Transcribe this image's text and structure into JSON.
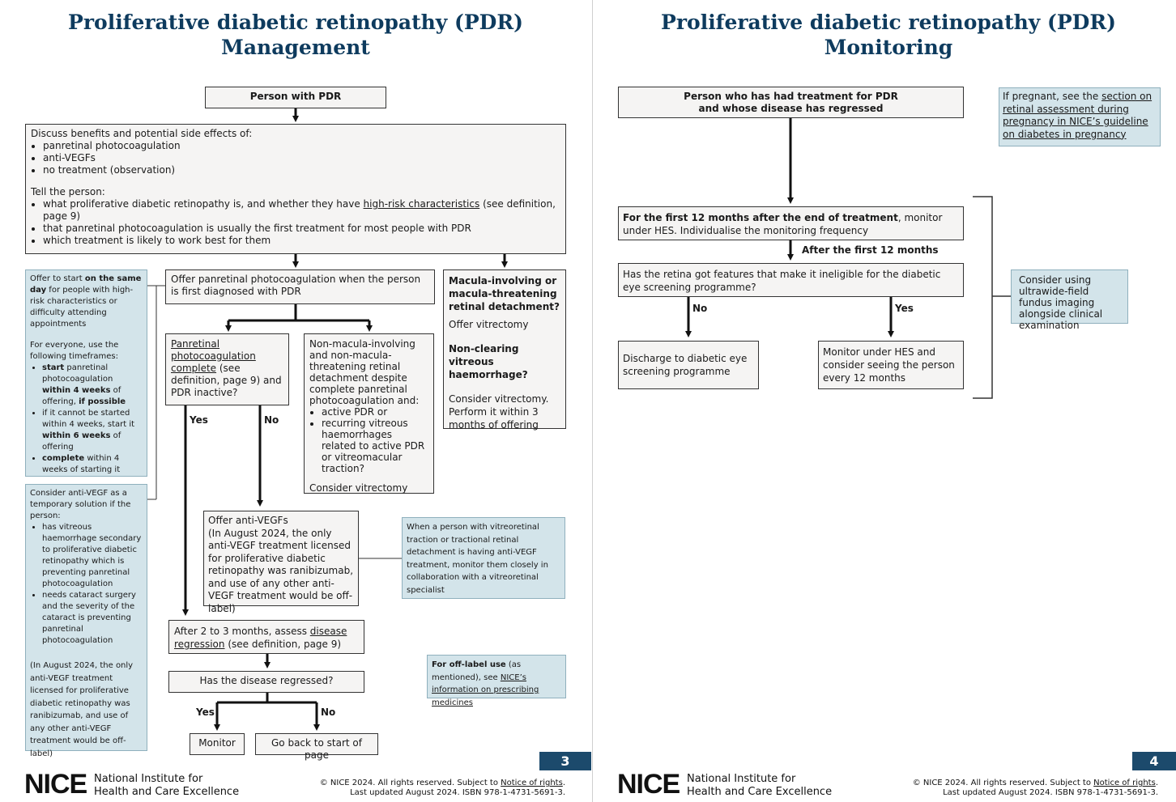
{
  "page3": {
    "title_line1": "Proliferative diabetic retinopathy (PDR)",
    "title_line2": "Management",
    "person_box": "Person with PDR",
    "discuss": {
      "intro": "Discuss benefits and potential side effects of:",
      "options": [
        "panretinal photocoagulation",
        "anti-VEGFs",
        "no treatment (observation)"
      ],
      "tell": "Tell the person:",
      "item1_pre": "what proliferative diabetic retinopathy is, and whether they have ",
      "item1_link": "high-risk characteristics",
      "item1_post": " (see definition, page 9)",
      "item2": "that panretinal photocoagulation is usually the first treatment for most people with PDR",
      "item3": "which treatment is likely to work best for them"
    },
    "note_timing": {
      "p1_pre": "Offer to start ",
      "p1_bold": "on the same day",
      "p1_post": " for people with high-risk characteristics or difficulty attending appointments",
      "p2": "For everyone, use the following timeframes:",
      "b1_1": "start",
      "b1_2": " panretinal photocoagulation ",
      "b1_3": "within 4 weeks",
      "b1_4": " of offering, ",
      "b1_5": "if possible",
      "b2_1": "if it cannot be started within 4 weeks, start it ",
      "b2_2": "within 6 weeks",
      "b2_3": " of offering",
      "b3_1": "complete",
      "b3_2": " within 4 weeks of starting it"
    },
    "note_antivegf": {
      "intro": "Consider anti-VEGF as a temporary solution if the person:",
      "b1": "has vitreous haemorrhage secondary to proliferative diabetic retinopathy which is preventing panretinal photocoagulation",
      "b2": "needs cataract surgery and the severity of the cataract is preventing panretinal photocoagulation",
      "footer": "(In August 2024, the only anti-VEGF treatment licensed for proliferative diabetic retinopathy was ranibizumab, and use of any other anti-VEGF treatment would be off-label)"
    },
    "offer_prp": "Offer panretinal photocoagulation when the person is first diagnosed with PDR",
    "prp_complete": {
      "link1": "Panretinal photocoagulation complete",
      "rest": " (see definition, page 9) and PDR inactive?"
    },
    "non_macula": {
      "text": "Non-macula-involving and non-macula-threatening retinal detachment despite complete panretinal photocoagulation and:",
      "b1": "active PDR or",
      "b2": "recurring vitreous haemorrhages related to active PDR or vitreomacular traction?",
      "action": "Consider vitrectomy"
    },
    "macula": {
      "q1": "Macula-involving or macula-threatening retinal detachment?",
      "a1": "Offer vitrectomy",
      "q2": "Non-clearing vitreous haemorrhage?",
      "a2": "Consider vitrectomy. Perform it within 3 months of offering"
    },
    "yes": "Yes",
    "no": "No",
    "offer_antivegf": "Offer anti-VEGFs\n(In August 2024, the only anti-VEGF treatment licensed for proliferative diabetic retinopathy was ranibizumab, and use of any other anti-VEGF treatment would be off-label)",
    "note_traction": "When a person with vitreoretinal traction or tractional retinal detachment is having anti-VEGF treatment, monitor them closely in collaboration with a vitreoretinal specialist",
    "assess": {
      "pre": "After 2 to 3 months, assess ",
      "link": "disease regression",
      "post": " (see definition, page 9)"
    },
    "regressed_q": "Has the disease regressed?",
    "monitor": "Monitor",
    "go_back": "Go back to start of page",
    "offlabel": {
      "bold": "For off-label use",
      "mid": " (as mentioned), see ",
      "link": "NICE’s information on prescribing medicines"
    },
    "page_number": "3"
  },
  "page4": {
    "title_line1": "Proliferative diabetic retinopathy (PDR)",
    "title_line2": "Monitoring",
    "person_box": "Person who has had treatment for PDR\nand whose disease has regressed",
    "pregnant": {
      "pre": "If pregnant, see the ",
      "link": "section on retinal assessment during pregnancy in NICE’s guideline on diabetes in pregnancy"
    },
    "first12": {
      "bold": "For the first 12 months after the end of treatment",
      "rest": ", monitor under HES. Individualise the monitoring frequency"
    },
    "after12": "After the first 12 months",
    "retina_q": "Has the retina got features that make it ineligible for the diabetic eye screening programme?",
    "no": "No",
    "yes": "Yes",
    "discharge": "Discharge to diabetic eye screening programme",
    "monitor_hes": "Monitor under HES and consider seeing the person every 12 months",
    "ultrawide": "Consider using ultrawide-field fundus imaging alongside clinical examination",
    "page_number": "4"
  },
  "footer": {
    "logo": "NICE",
    "org_line1": "National Institute for",
    "org_line2": "Health and Care Excellence",
    "copy_pre": "© NICE 2024. All rights reserved. Subject to ",
    "copy_link": "Notice of rights",
    "copy_post": ".",
    "updated": "Last updated August 2024. ISBN 978-1-4731-5691-3."
  },
  "colors": {
    "title": "#0e3b5e",
    "note_bg": "#d3e4ea",
    "box_bg": "#f5f4f3",
    "page_badge": "#1c4a6c"
  }
}
